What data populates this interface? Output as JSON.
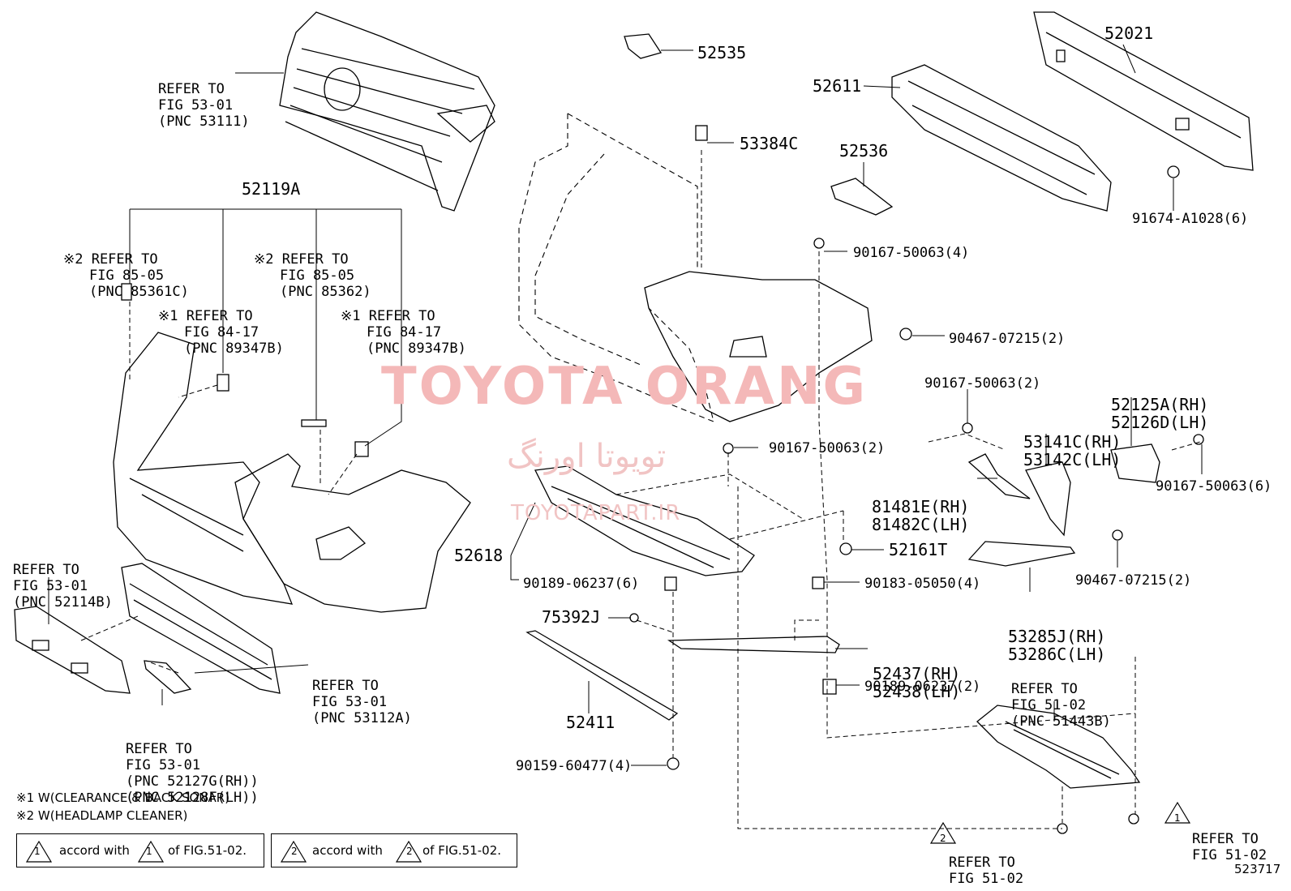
{
  "watermark": {
    "title": "TOYOTA ORANG",
    "farsi": "تویوتا اورنگ",
    "url": "TOYOTAPART.IR"
  },
  "labels": {
    "refer_53111": [
      "REFER TO",
      "FIG 53-01",
      "(PNC 53111)"
    ],
    "p52119A": "52119A",
    "refer_85361C": [
      "※2 REFER TO",
      "FIG 85-05",
      "(PNC 85361C)"
    ],
    "refer_85362": [
      "※2 REFER TO",
      "FIG 85-05",
      "(PNC 85362)"
    ],
    "refer_89347B_a": [
      "※1 REFER TO",
      "FIG 84-17",
      "(PNC 89347B)"
    ],
    "refer_89347B_b": [
      "※1 REFER TO",
      "FIG 84-17",
      "(PNC 89347B)"
    ],
    "refer_52114B": [
      "REFER TO",
      "FIG 53-01",
      "(PNC 52114B)"
    ],
    "refer_53112A": [
      "REFER TO",
      "FIG 53-01",
      "(PNC 53112A)"
    ],
    "refer_52127G": [
      "REFER TO",
      "FIG 53-01",
      "(PNC 52127G(RH))",
      "(PNC 52128F(LH))"
    ],
    "p52535": "52535",
    "p53384C": "53384C",
    "p52536": "52536",
    "p52611": "52611",
    "p52021": "52021",
    "p91674": "91674-A1028(6)",
    "p90167_4": "90167-50063(4)",
    "p90467_2a": "90467-07215(2)",
    "p90167_2a": "90167-50063(2)",
    "p90167_2b": "90167-50063(2)",
    "p52125A": [
      "52125A(RH)",
      "52126D(LH)"
    ],
    "p53141C": [
      "53141C(RH)",
      "53142C(LH)"
    ],
    "p81481E": [
      "81481E(RH)",
      "81482C(LH)"
    ],
    "p90167_6": "90167-50063(6)",
    "p52618": "52618",
    "p90189_6": "90189-06237(6)",
    "p52161T": "52161T",
    "p90183": "90183-05050(4)",
    "p90467_2b": "90467-07215(2)",
    "p53285J": [
      "53285J(RH)",
      "53286C(LH)"
    ],
    "p75392J": "75392J",
    "p52437": [
      "52437(RH)",
      "52438(LH)"
    ],
    "p90189_2": "90189-06237(2)",
    "refer_51443B": [
      "REFER TO",
      "FIG 51-02",
      "(PNC 51443B)"
    ],
    "p52411": "52411",
    "p90159": "90159-60477(4)",
    "refer_51_02_a": [
      "REFER TO",
      "FIG 51-02"
    ],
    "refer_51_02_b": [
      "REFER TO",
      "FIG 51-02"
    ],
    "tri1": "1",
    "tri2": "2",
    "note1": "※1 W(CLEARANCE & BACK SONAR)",
    "note2": "※2 W(HEADLAMP CLEANER)",
    "box1": {
      "pre": "accord with",
      "post": "of FIG.51-02.",
      "num": "1"
    },
    "box2": {
      "pre": "accord with",
      "post": "of FIG.51-02.",
      "num": "2"
    },
    "fig_id": "523717"
  }
}
